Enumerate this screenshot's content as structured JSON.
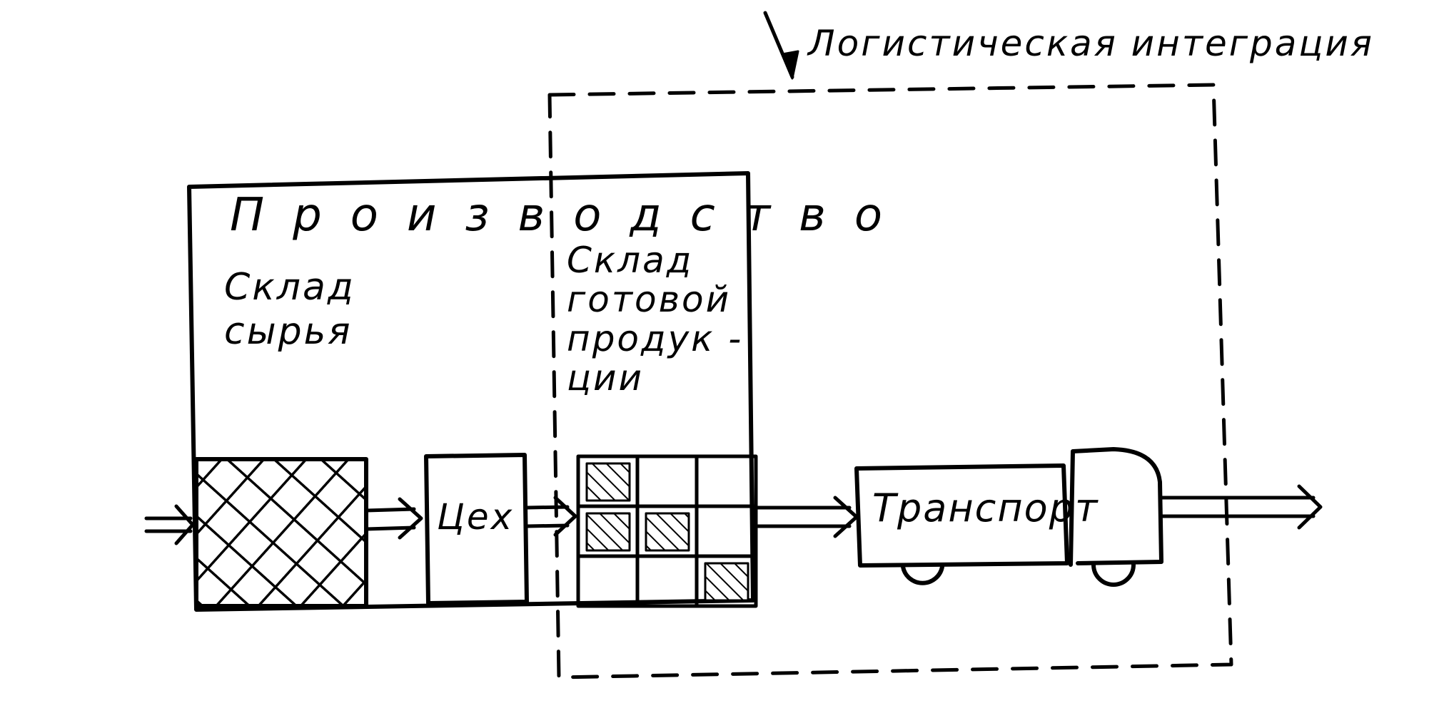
{
  "diagram": {
    "integration_label": "Логистическая интеграция",
    "production_label": "Производство",
    "raw_warehouse_label": "Склад\nсырья",
    "finished_warehouse_label": "Склад\nготовой\nпродук -\nции",
    "workshop_label": "Цех",
    "transport_label": "Транспорт"
  },
  "colors": {
    "ink": "#000000",
    "background": "#ffffff"
  }
}
